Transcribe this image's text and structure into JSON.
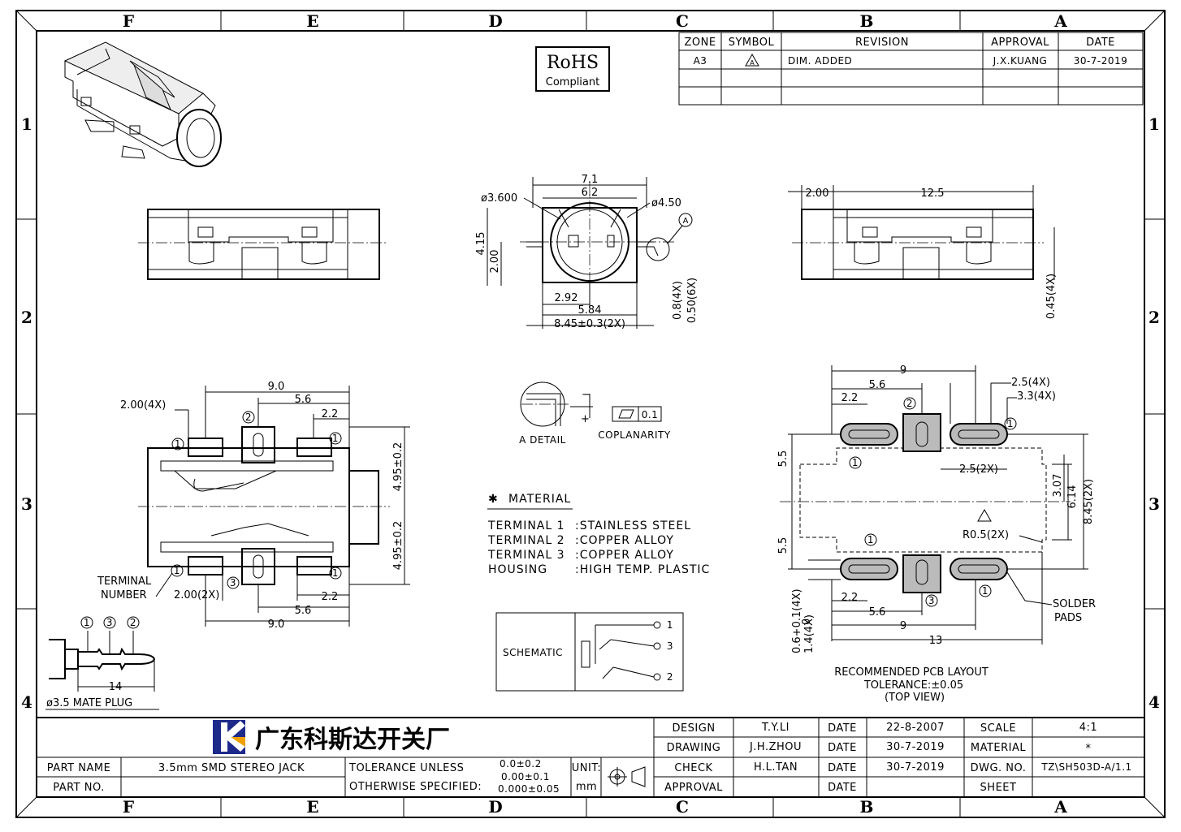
{
  "zones": {
    "columns": [
      "F",
      "E",
      "D",
      "C",
      "B",
      "A"
    ],
    "rows": [
      "1",
      "2",
      "3",
      "4"
    ]
  },
  "rohs": {
    "line1": "RoHS",
    "line2": "Compliant"
  },
  "revision_table": {
    "headers": [
      "ZONE",
      "SYMBOL",
      "REVISION",
      "APPROVAL",
      "DATE"
    ],
    "rows": [
      {
        "zone": "A3",
        "symbol": "A",
        "revision": "DIM. ADDED",
        "approval": "J.X.KUANG",
        "date": "30-7-2019"
      }
    ]
  },
  "front_view": {
    "d_outer": "7.1",
    "d_inner": "6.2",
    "dia1": "ø3.600",
    "dia2": "ø4.50",
    "h1": "4.15",
    "h2": "2.00",
    "w1": "2.92",
    "w2": "5.84",
    "w3": "8.45±0.3(2X)",
    "v1": "0.8(4X)",
    "v2": "0.50(6X)",
    "detail_label": "A"
  },
  "side_view": {
    "w1": "2.00",
    "w2": "12.5",
    "v1": "0.45(4X)"
  },
  "top_view": {
    "d_top": "9.0",
    "d_56": "5.6",
    "d_22": "2.2",
    "d_200_4x": "2.00(4X)",
    "d_right_top": "4.95±0.2",
    "d_right_bottom": "4.95±0.2",
    "d_200_2x": "2.00(2X)",
    "d_bot_22": "2.2",
    "d_bot_56": "5.6",
    "d_bot_90": "9.0",
    "terminal_number": [
      "TERMINAL",
      "NUMBER"
    ],
    "circled": [
      "1",
      "2",
      "3"
    ]
  },
  "detail": {
    "label": "A DETAIL",
    "coplanarity": "COPLANARITY",
    "cop_value": "0.1"
  },
  "material": {
    "title": "MATERIAL",
    "rows": [
      {
        "name": "TERMINAL 1",
        "value": ":STAINLESS STEEL"
      },
      {
        "name": "TERMINAL 2",
        "value": ":COPPER ALLOY"
      },
      {
        "name": "TERMINAL 3",
        "value": ":COPPER ALLOY"
      },
      {
        "name": "HOUSING",
        "value": ":HIGH TEMP. PLASTIC"
      }
    ]
  },
  "schematic": {
    "label": "SCHEMATIC",
    "pins": [
      "1",
      "3",
      "2"
    ]
  },
  "pcb": {
    "d9": "9",
    "d56": "5.6",
    "d22": "2.2",
    "d25_4x": "2.5(4X)",
    "d33_4x": "3.3(4X)",
    "d55a": "5.5",
    "d55b": "5.5",
    "d25_2x": "2.5(2X)",
    "d307": "3.07",
    "d614": "6.14",
    "d845": "8.45(2X)",
    "r05": "R0.5(2X)",
    "d06": "0.6+0.1(4X)",
    "d06b": "0",
    "d14": "1.4(4X)",
    "b22": "2.2",
    "b56": "5.6",
    "b9": "9",
    "b13": "13",
    "solder": [
      "SOLDER",
      "PADS"
    ],
    "caption": [
      "RECOMMENDED PCB LAYOUT",
      "TOLERANCE:±0.05",
      "(TOP VIEW)"
    ]
  },
  "plug": {
    "dim": "14",
    "label": "ø3.5 MATE PLUG",
    "circled": [
      "1",
      "3",
      "2"
    ]
  },
  "title_block": {
    "company": "广东科斯达开关厂",
    "part_name_label": "PART NAME",
    "part_name": "3.5mm SMD STEREO JACK",
    "part_no_label": "PART NO.",
    "part_no": "",
    "tol_line1": "TOLERANCE UNLESS",
    "tol_line2": "OTHERWISE SPECIFIED:",
    "tol_values": [
      "0.0±0.2",
      "0.00±0.1",
      "0.000±0.05"
    ],
    "unit_label": "UNIT:",
    "unit": "mm",
    "design_label": "DESIGN",
    "design": "T.Y.LI",
    "design_date": "22-8-2007",
    "drawing_label": "DRAWING",
    "drawing": "J.H.ZHOU",
    "drawing_date": "30-7-2019",
    "check_label": "CHECK",
    "check": "H.L.TAN",
    "check_date": "30-7-2019",
    "approval_label": "APPROVAL",
    "approval": "",
    "approval_date": "",
    "date_label": "DATE",
    "scale_label": "SCALE",
    "scale": "4:1",
    "material_label": "MATERIAL",
    "material": "*",
    "dwg_label": "DWG. NO.",
    "dwg": "TZ\\SH503D-A/1.1",
    "sheet_label": "SHEET",
    "sheet": ""
  }
}
